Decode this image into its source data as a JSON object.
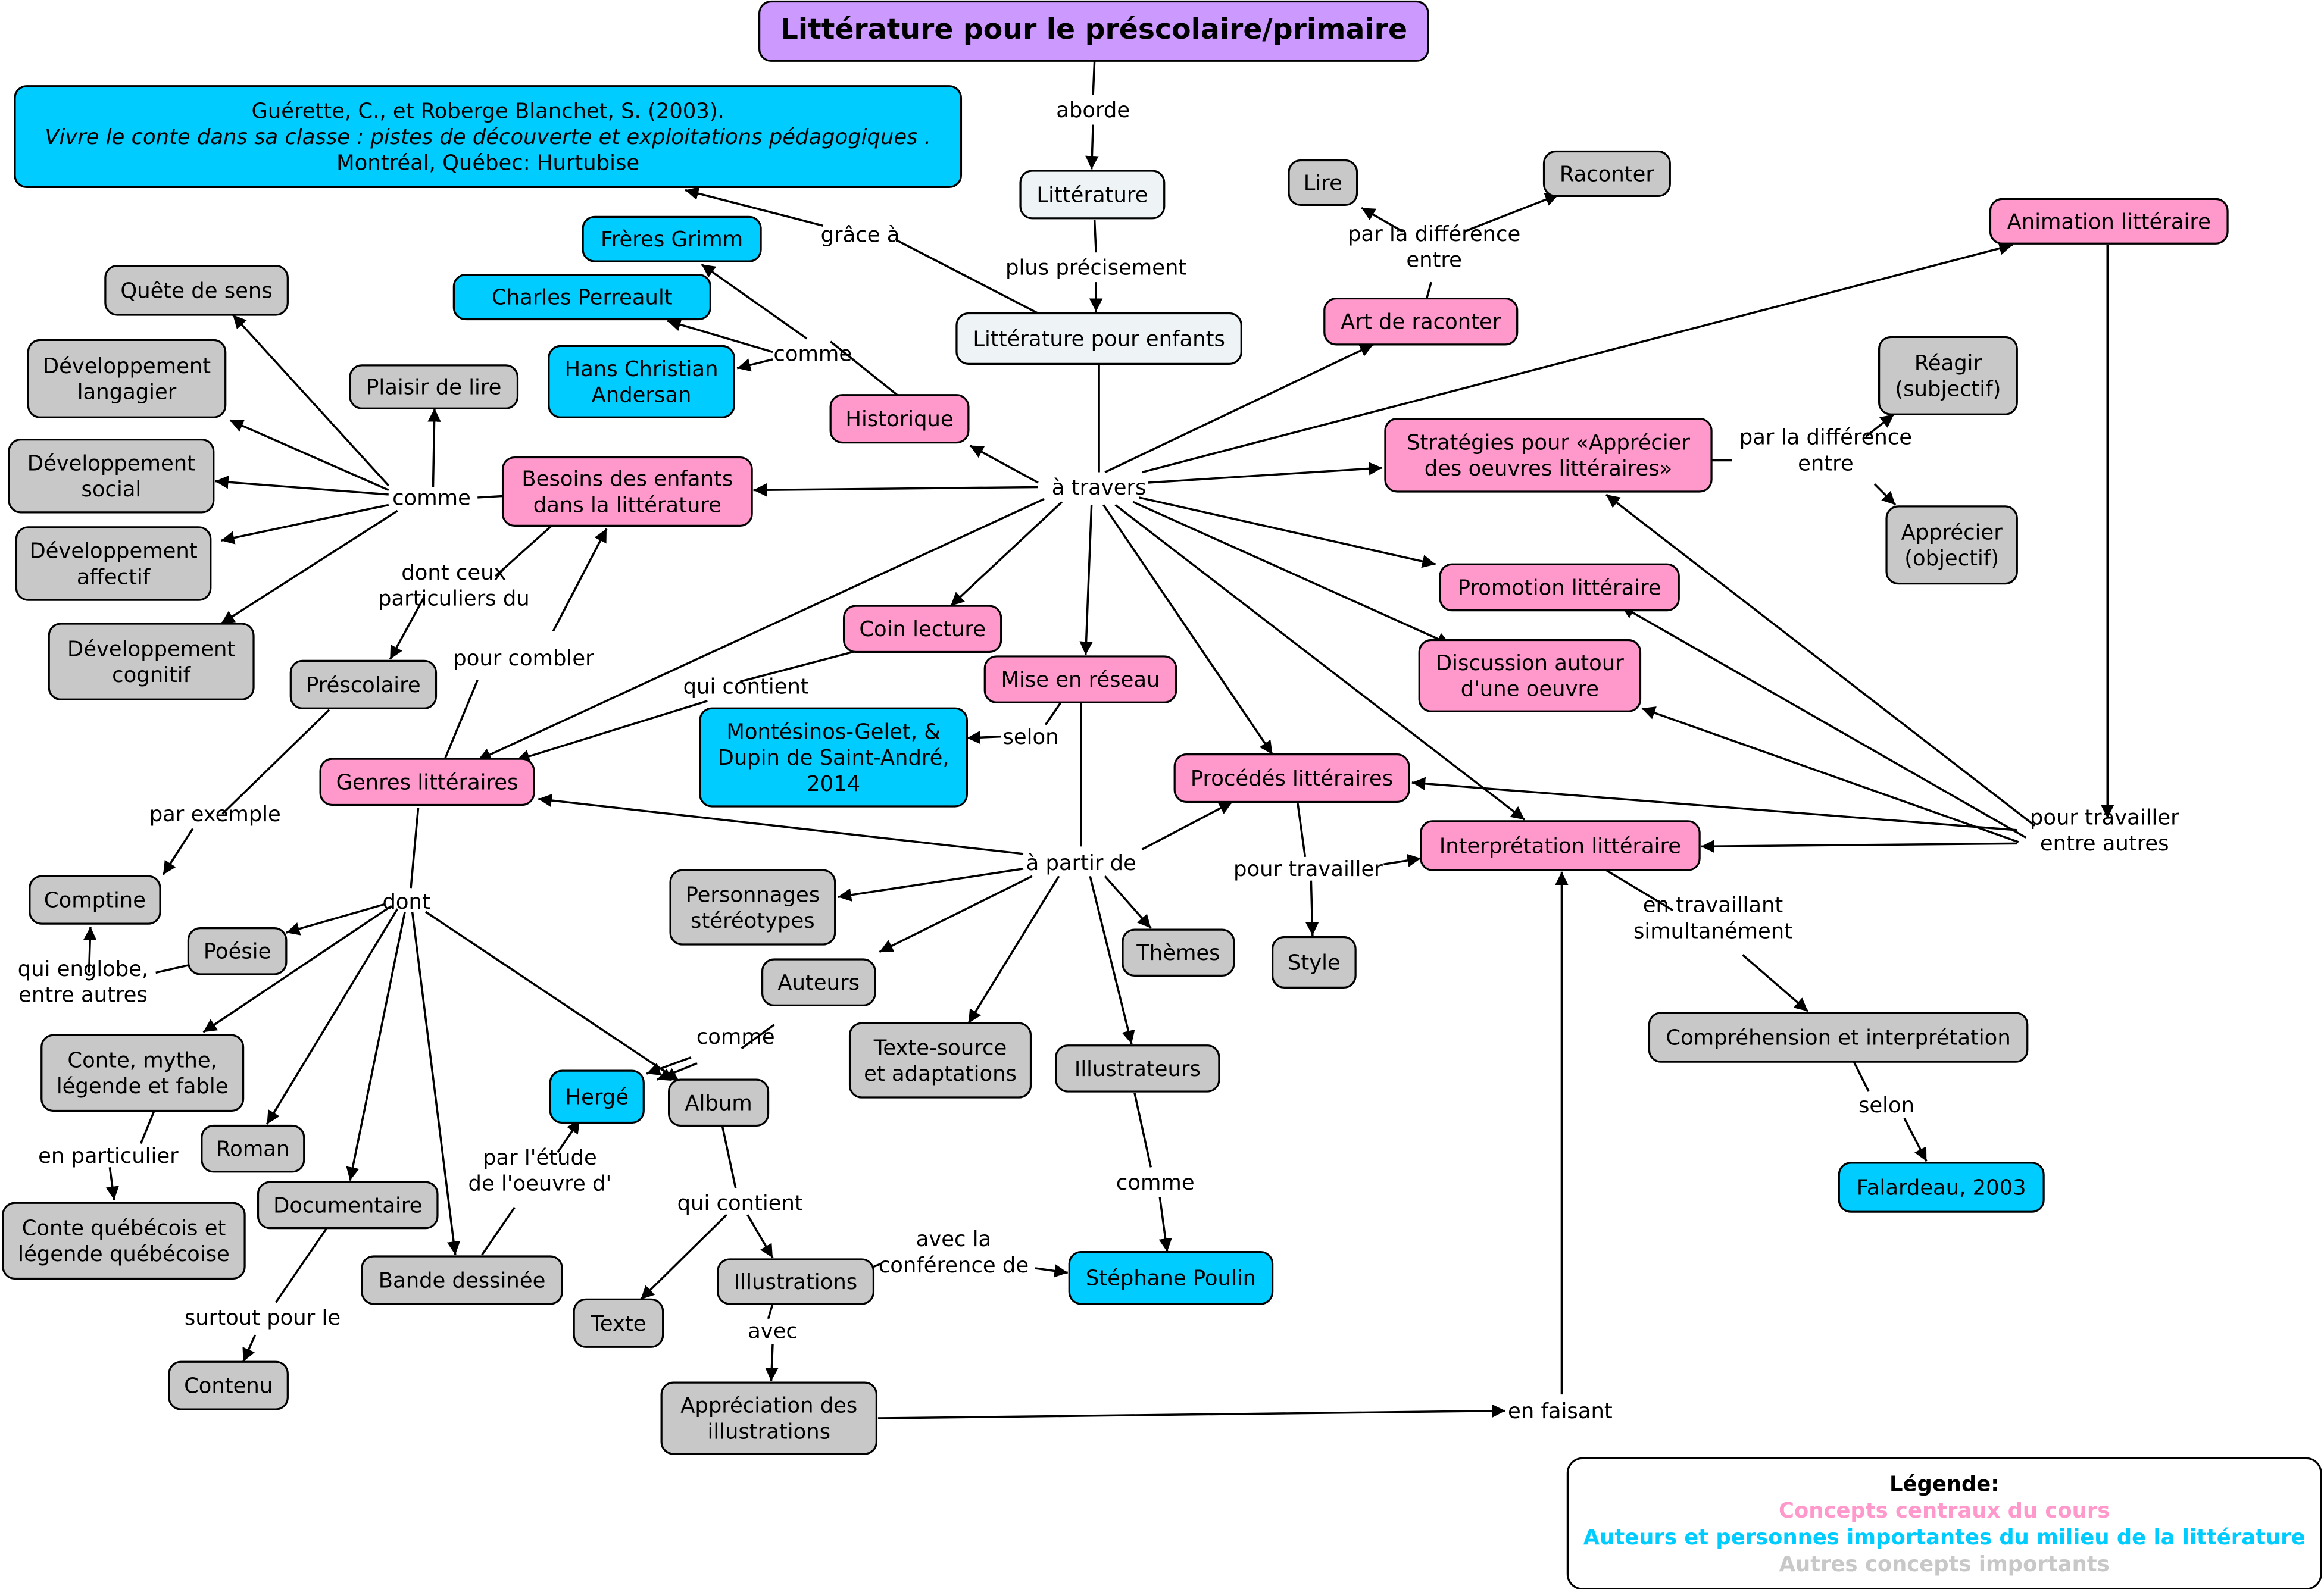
{
  "colors": {
    "title": "#cc99ff",
    "central": "#ff99cc",
    "author": "#00ccff",
    "other": "#c8c8c8",
    "literature": "#eef4f6"
  },
  "nodes": {
    "title": {
      "lines": [
        "Littérature pour le préscolaire/primaire"
      ],
      "kind": "title"
    },
    "ref_guerette": {
      "lines": [
        "Guérette, C., et Roberge Blanchet, S. (2003).",
        "Vivre le conte dans sa classe : pistes de découverte et exploitations pédagogiques .",
        "Montréal, Québec: Hurtubise"
      ],
      "kind": "author"
    },
    "litterature": {
      "lines": [
        "Littérature"
      ],
      "kind": "literature"
    },
    "litterature_enfants": {
      "lines": [
        "Littérature pour enfants"
      ],
      "kind": "literature"
    },
    "lire": {
      "lines": [
        "Lire"
      ],
      "kind": "other"
    },
    "raconter": {
      "lines": [
        "Raconter"
      ],
      "kind": "other"
    },
    "art_raconter": {
      "lines": [
        "Art de raconter"
      ],
      "kind": "central"
    },
    "animation": {
      "lines": [
        "Animation littéraire"
      ],
      "kind": "central"
    },
    "grimm": {
      "lines": [
        "Frères Grimm"
      ],
      "kind": "author"
    },
    "perreault": {
      "lines": [
        "Charles Perreault"
      ],
      "kind": "author"
    },
    "andersan": {
      "lines": [
        "Hans Christian",
        "Andersan"
      ],
      "kind": "author"
    },
    "historique": {
      "lines": [
        "Historique"
      ],
      "kind": "central"
    },
    "quete": {
      "lines": [
        "Quête de sens"
      ],
      "kind": "other"
    },
    "dev_langagier": {
      "lines": [
        "Développement",
        "langagier"
      ],
      "kind": "other"
    },
    "plaisir": {
      "lines": [
        "Plaisir de lire"
      ],
      "kind": "other"
    },
    "dev_social": {
      "lines": [
        "Développement",
        "social"
      ],
      "kind": "other"
    },
    "besoins": {
      "lines": [
        "Besoins des enfants",
        "dans la littérature"
      ],
      "kind": "central"
    },
    "dev_affectif": {
      "lines": [
        "Développement",
        "affectif"
      ],
      "kind": "other"
    },
    "dev_cognitif": {
      "lines": [
        "Développement",
        "cognitif"
      ],
      "kind": "other"
    },
    "prescolaire": {
      "lines": [
        "Préscolaire"
      ],
      "kind": "other"
    },
    "strategies": {
      "lines": [
        "Stratégies pour «Apprécier",
        "des oeuvres littéraires»"
      ],
      "kind": "central"
    },
    "reagir": {
      "lines": [
        "Réagir",
        "(subjectif)"
      ],
      "kind": "other"
    },
    "apprecier": {
      "lines": [
        "Apprécier",
        "(objectif)"
      ],
      "kind": "other"
    },
    "promotion": {
      "lines": [
        "Promotion littéraire"
      ],
      "kind": "central"
    },
    "discussion": {
      "lines": [
        "Discussion autour",
        "d'une oeuvre"
      ],
      "kind": "central"
    },
    "coin_lecture": {
      "lines": [
        "Coin lecture"
      ],
      "kind": "central"
    },
    "mise_reseau": {
      "lines": [
        "Mise en réseau"
      ],
      "kind": "central"
    },
    "montesinos": {
      "lines": [
        "Montésinos-Gelet, &",
        "Dupin de Saint-André,",
        "2014"
      ],
      "kind": "author"
    },
    "genres": {
      "lines": [
        "Genres littéraires"
      ],
      "kind": "central"
    },
    "procedes": {
      "lines": [
        "Procédés littéraires"
      ],
      "kind": "central"
    },
    "interpretation": {
      "lines": [
        "Interprétation littéraire"
      ],
      "kind": "central"
    },
    "comptine": {
      "lines": [
        "Comptine"
      ],
      "kind": "other"
    },
    "poesie": {
      "lines": [
        "Poésie"
      ],
      "kind": "other"
    },
    "personnages": {
      "lines": [
        "Personnages",
        "stéréotypes"
      ],
      "kind": "other"
    },
    "auteurs": {
      "lines": [
        "Auteurs"
      ],
      "kind": "other"
    },
    "themes": {
      "lines": [
        "Thèmes"
      ],
      "kind": "other"
    },
    "style": {
      "lines": [
        "Style"
      ],
      "kind": "other"
    },
    "conte_mythe": {
      "lines": [
        "Conte, mythe,",
        "légende et fable"
      ],
      "kind": "other"
    },
    "texte_source": {
      "lines": [
        "Texte-source",
        "et adaptations"
      ],
      "kind": "other"
    },
    "illustrateurs": {
      "lines": [
        "Illustrateurs"
      ],
      "kind": "other"
    },
    "comprehension": {
      "lines": [
        "Compréhension et interprétation"
      ],
      "kind": "other"
    },
    "herge": {
      "lines": [
        "Hergé"
      ],
      "kind": "author"
    },
    "album": {
      "lines": [
        "Album"
      ],
      "kind": "other"
    },
    "roman": {
      "lines": [
        "Roman"
      ],
      "kind": "other"
    },
    "documentaire": {
      "lines": [
        "Documentaire"
      ],
      "kind": "other"
    },
    "falardeau": {
      "lines": [
        "Falardeau, 2003"
      ],
      "kind": "author"
    },
    "conte_quebecois": {
      "lines": [
        "Conte québécois et",
        "légende québécoise"
      ],
      "kind": "other"
    },
    "bande_dessinee": {
      "lines": [
        "Bande dessinée"
      ],
      "kind": "other"
    },
    "illustrations": {
      "lines": [
        "Illustrations"
      ],
      "kind": "other"
    },
    "poulin": {
      "lines": [
        "Stéphane Poulin"
      ],
      "kind": "author"
    },
    "texte": {
      "lines": [
        "Texte"
      ],
      "kind": "other"
    },
    "contenu": {
      "lines": [
        "Contenu"
      ],
      "kind": "other"
    },
    "appreciation_illus": {
      "lines": [
        "Appréciation des",
        "illustrations"
      ],
      "kind": "other"
    }
  },
  "link_labels": {
    "aborde": [
      "aborde"
    ],
    "plus_precisement": [
      "plus précisement"
    ],
    "grace_a": [
      "grâce à"
    ],
    "comme_auteurs": [
      "comme"
    ],
    "a_travers": [
      "à travers"
    ],
    "diff_lire": [
      "par la différence",
      "entre"
    ],
    "comme_besoins": [
      "comme"
    ],
    "dont_ceux": [
      "dont ceux",
      "particuliers du"
    ],
    "pour_combler": [
      "pour combler"
    ],
    "diff_apprecier": [
      "par la différence",
      "entre"
    ],
    "qui_contient_coin": [
      "qui contient"
    ],
    "selon_mise": [
      "selon"
    ],
    "par_exemple": [
      "par exemple"
    ],
    "pour_travailler_entre": [
      "pour travailler",
      "entre autres"
    ],
    "a_partir_de": [
      "à partir de"
    ],
    "pour_travailler": [
      "pour travailler"
    ],
    "dont": [
      "dont"
    ],
    "qui_englobe": [
      "qui englobe,",
      "entre autres"
    ],
    "en_travaillant": [
      "en travaillant",
      "simultanément"
    ],
    "comme_auteurs2": [
      "comme"
    ],
    "en_particulier": [
      "en particulier"
    ],
    "selon_comp": [
      "selon"
    ],
    "par_etude": [
      "par l'étude",
      "de l'oeuvre d'"
    ],
    "qui_contient_album": [
      "qui contient"
    ],
    "comme_illustrateurs": [
      "comme"
    ],
    "avec_conference": [
      "avec la",
      "conférence de"
    ],
    "surtout_pour": [
      "surtout pour le"
    ],
    "avec": [
      "avec"
    ],
    "en_faisant": [
      "en faisant"
    ]
  },
  "legend": {
    "title": "Légende:",
    "entries": [
      {
        "text": "Concepts centraux du cours",
        "color": "#ff99cc"
      },
      {
        "text": "Auteurs et personnes importantes du milieu de la littérature",
        "color": "#00ccff"
      },
      {
        "text": "Autres concepts importants",
        "color": "#c8c8c8"
      }
    ]
  }
}
